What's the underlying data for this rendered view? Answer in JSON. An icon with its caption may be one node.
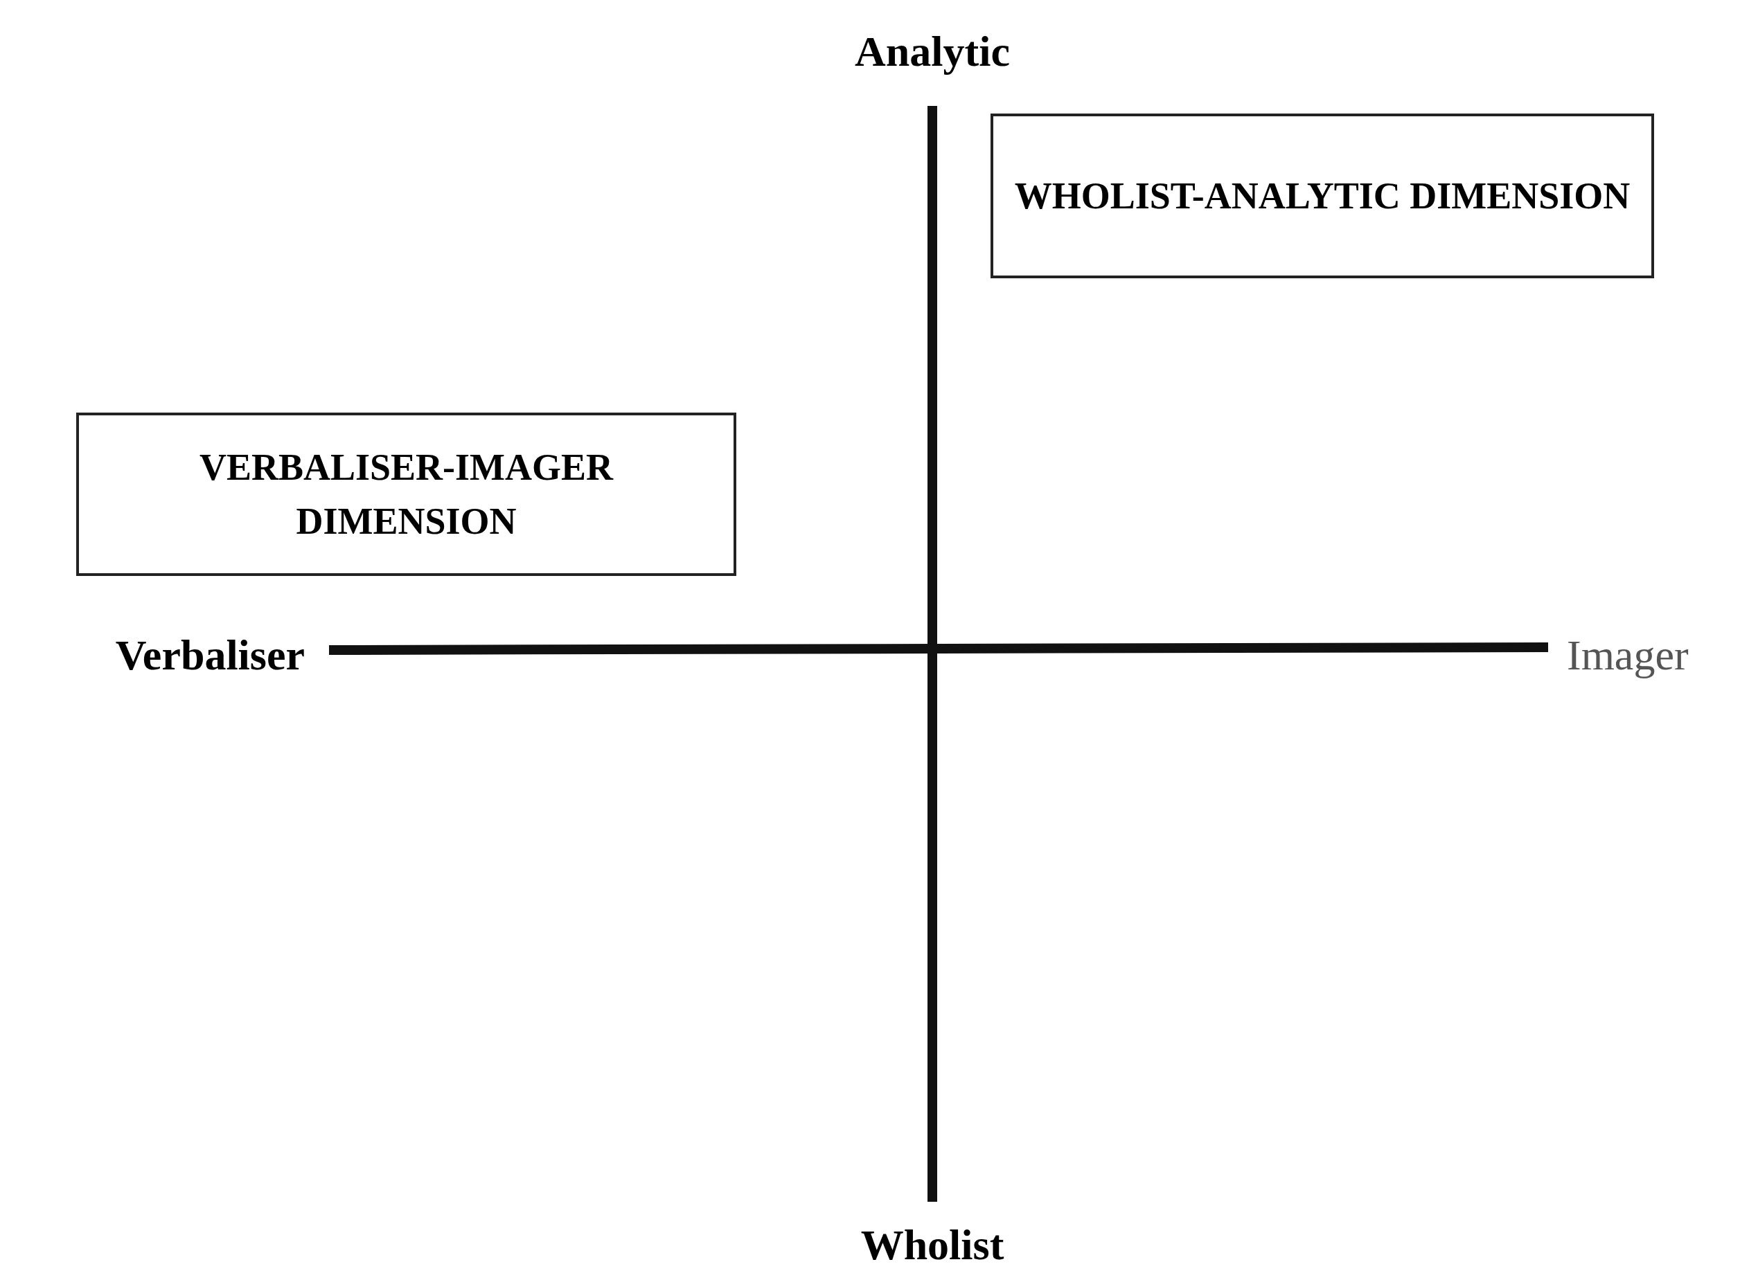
{
  "diagram": {
    "nodes": [
      {
        "text": [
          "WHOLIST-ANALYTIC DIMENSION"
        ]
      },
      {
        "text": [
          "VERBALISER-IMAGER DIMENSION"
        ]
      }
    ],
    "labels": [
      "Analytic",
      "Verbaliser",
      "Imager",
      "Wholist"
    ]
  }
}
